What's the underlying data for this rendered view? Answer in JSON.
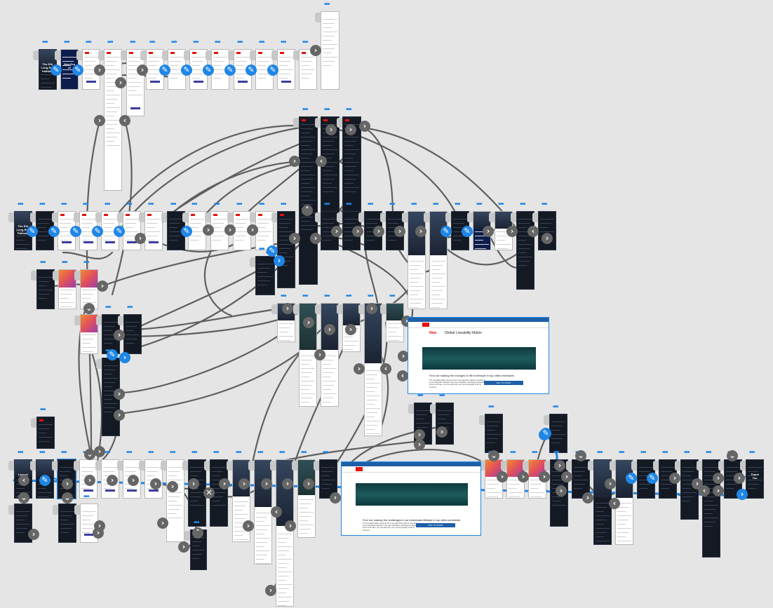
{
  "canvas": {
    "background": "#e5e5e5",
    "wire_color": "#5f5f5f",
    "selected_wire_color": "#1f86e6",
    "artboard_menu_glyph": "•••"
  },
  "artboard_texts": {
    "intro_1": "The EIU Long-Run Pathway",
    "intro_2": "New Era of",
    "intro_3": "The EIU Long-Run Pathway",
    "launch": "Launch",
    "final": "Thank You"
  },
  "browser_prototype_top": {
    "new_badge": "New",
    "title": "Global Liveability Matrix",
    "headline": "Find out making the changes to life in lifestyle in top cities worldwide.",
    "body": "The Liveability Matrix presents the 5 year data that might be considered as an individual's lifestyle in top cities worldwide. Assessing 3 categories across 140 cities, you can determine your personal quality of life at minimum.",
    "button": "ASK TO START"
  },
  "browser_prototype_bottom": {
    "headline": "Find out making the challenges in an individuals lifestyle in top cities worldwide",
    "body": "The Liveability Matrix presents the 5 year data that might be considered as an individual's lifestyle in top cities worldwide. Assessing 3 categories across 140 cities, you can determine your personal quality of life at minimum.",
    "button": "ASK TO START"
  },
  "icons": {
    "hotspot": "chevron-right-icon",
    "hotspot_back": "chevron-left-icon",
    "hotspot_down": "chevron-down-icon",
    "hotspot_edit": "pencil-icon"
  }
}
